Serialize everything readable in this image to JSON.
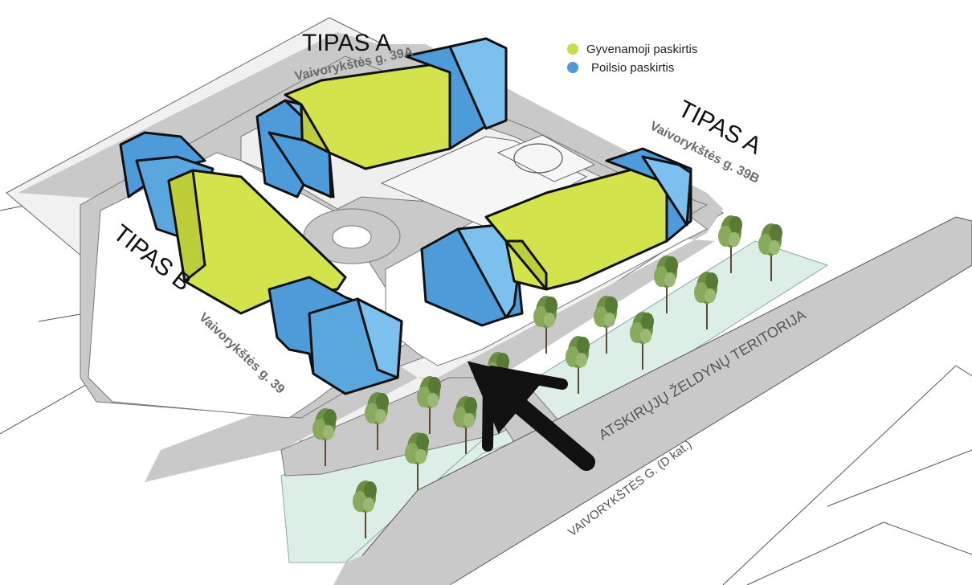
{
  "legend": {
    "items": [
      {
        "label": "Gyvenamoji paskirtis",
        "color": "#c9dc49"
      },
      {
        "label": "Poilsio paskirtis",
        "color": "#4d9bd8"
      }
    ]
  },
  "buildings": {
    "north": {
      "type_label": "TIPAS A",
      "address": "Vaivorykštės g. 39A"
    },
    "east": {
      "type_label": "TIPAS A",
      "address": "Vaivorykštės g. 39B"
    },
    "west": {
      "type_label": "TIPAS B",
      "address": "Vaivorykštės g. 39"
    }
  },
  "zones": {
    "green_belt": "ATSKIRŲJŲ ŽELDYNŲ TERITORIJA",
    "main_road": "VAIVORYKŠTĖS G. (D kat.)"
  },
  "colors": {
    "residential": "#d2e34c",
    "recreation": "#5aa6de",
    "road": "#c9c9c9",
    "green_zone": "#dceee6",
    "entrance_arrow": "#111111"
  }
}
